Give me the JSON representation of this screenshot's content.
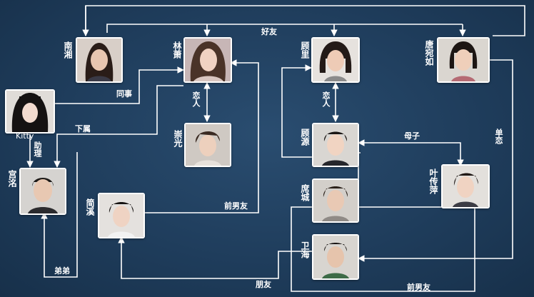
{
  "people": {
    "nanxiang": "南湘",
    "linxiao": "林萧",
    "guli": "顾里",
    "tangwanru": "唐宛如",
    "kitty": "Kitty",
    "gongming": "宫洺",
    "chongguang": "崇光",
    "guyuan": "顾源",
    "yechuanping": "叶传萍",
    "jianxi": "简溪",
    "xicheng": "席城",
    "weihai": "卫海"
  },
  "relations": {
    "friends": "好友",
    "colleague": "同事",
    "subordinate": "下属",
    "assistant": "助理",
    "lovers_left": "恋人",
    "lovers_right": "恋人",
    "mother_son": "母子",
    "unrequited": "单恋",
    "ex_boyfriend_mid": "前男友",
    "ex_boyfriend_bottom": "前男友",
    "brother": "弟弟",
    "friend": "朋友"
  },
  "colors": {
    "background": "#1f3d5c",
    "line": "#ffffff"
  }
}
